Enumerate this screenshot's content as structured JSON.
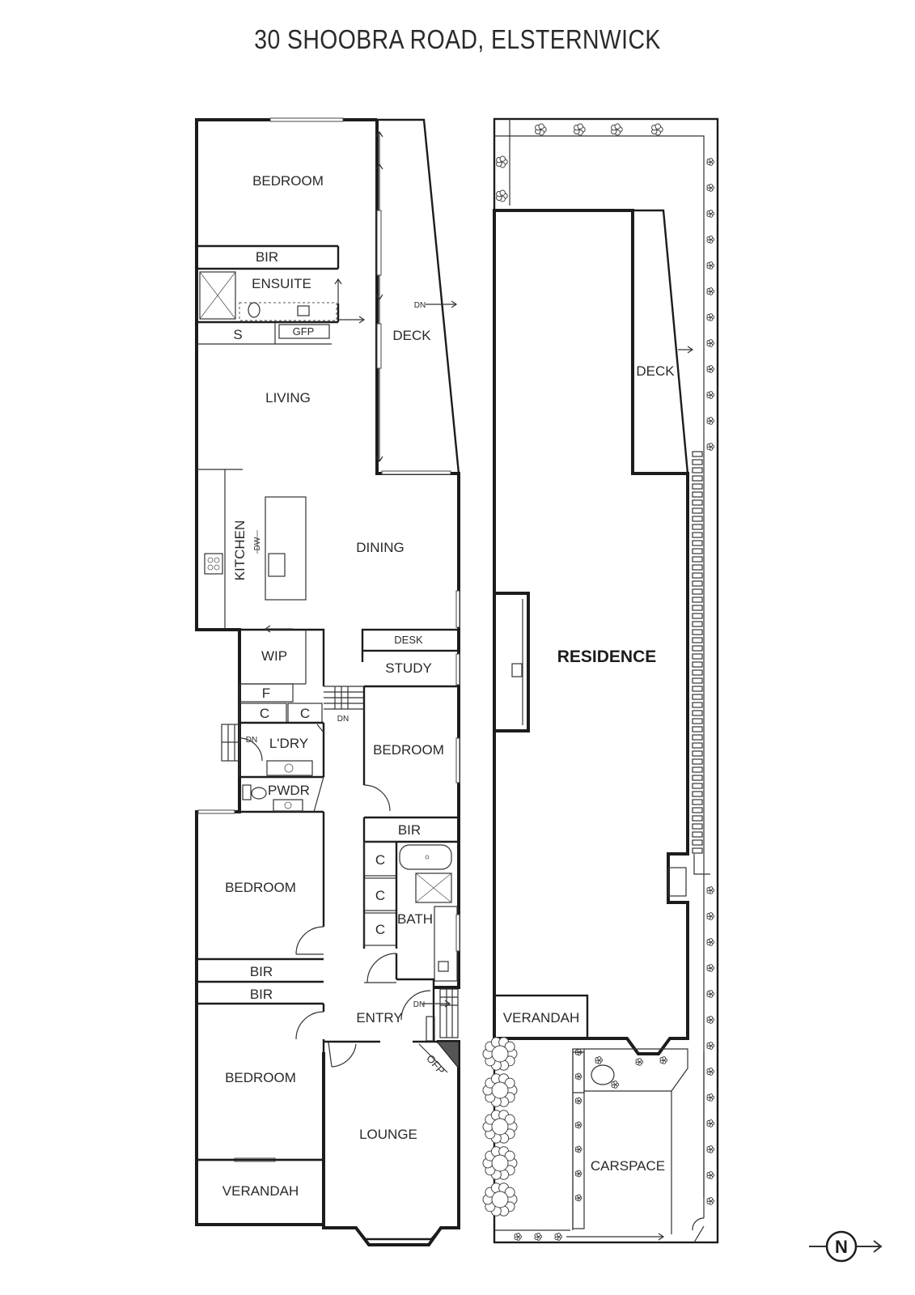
{
  "title": "30 SHOOBRA ROAD, ELSTERNWICK",
  "ground_floor": {
    "bedroom_1": "BEDROOM",
    "bir_1": "BIR",
    "ensuite": "ENSUITE",
    "s": "S",
    "gfp": "GFP",
    "deck": "DECK",
    "deck_dn": "DN",
    "living": "LIVING",
    "kitchen": "KITCHEN",
    "dw": "DW",
    "dining": "DINING",
    "wip": "WIP",
    "desk": "DESK",
    "study": "STUDY",
    "f": "F",
    "c_1": "C",
    "c_2": "C",
    "stair_dn": "DN",
    "laundry_dn": "DN",
    "laundry": "L'DRY",
    "bedroom_2": "BEDROOM",
    "pwdr": "PWDR",
    "bir_2": "BIR",
    "c_3": "C",
    "c_4": "C",
    "c_5": "C",
    "bath": "BATH",
    "bedroom_3": "BEDROOM",
    "bir_3": "BIR",
    "bir_4": "BIR",
    "entry": "ENTRY",
    "entry_dn": "DN",
    "ofp": "OFP",
    "bedroom_4": "BEDROOM",
    "lounge": "LOUNGE",
    "verandah": "VERANDAH"
  },
  "site_plan": {
    "deck": "DECK",
    "residence": "RESIDENCE",
    "verandah": "VERANDAH",
    "carspace": "CARSPACE"
  },
  "compass": {
    "letter": "N"
  }
}
